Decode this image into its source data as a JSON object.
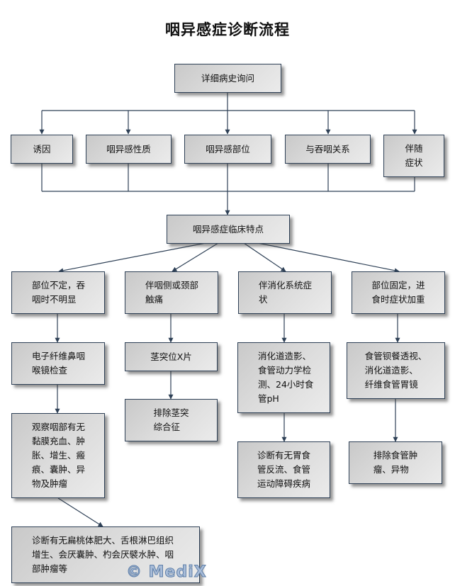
{
  "title": "咽异感症诊断流程",
  "nodes": {
    "history": "详细病史询问",
    "cause": "诱因",
    "nature": "咽异感性质",
    "location": "咽异感部位",
    "swallow": "与吞咽关系",
    "accompany": "伴随\n症状",
    "clinical": "咽异感症临床特点",
    "c1": "部位不定，吞\n咽时不明显",
    "c2": "伴咽侧或颈部\n触痛",
    "c3": "伴消化系统症\n状",
    "c4": "部位固定，进\n食时症状加重",
    "e1": "电子纤维鼻咽\n喉镜检查",
    "e2": "茎突位X片",
    "e3": "消化道造影、\n食管动力学检\n测、24小时食\n管pH",
    "e4": "食管钡餐透视、\n消化道造影、\n纤维食管胃镜",
    "o1": "观察咽部有无\n黏膜充血、肿\n胀、增生、瘢\n痕、囊肿、异\n物及肿瘤",
    "o2": "排除茎突\n综合征",
    "o3": "诊断有无胃食\n管反流、食管\n运动障碍疾病",
    "o4": "排除食管肿\n瘤、异物",
    "d1": "诊断有无扁桃体肥大、舌根淋巴组织\n增生、会厌囊肿、杓会厌襞水肿、咽\n部肿瘤等"
  },
  "watermark": "© MediX",
  "colors": {
    "line": "#2e4056",
    "border": "#2e4056",
    "box_light": "#ebebeb",
    "box_dark": "#c9c9c9"
  }
}
